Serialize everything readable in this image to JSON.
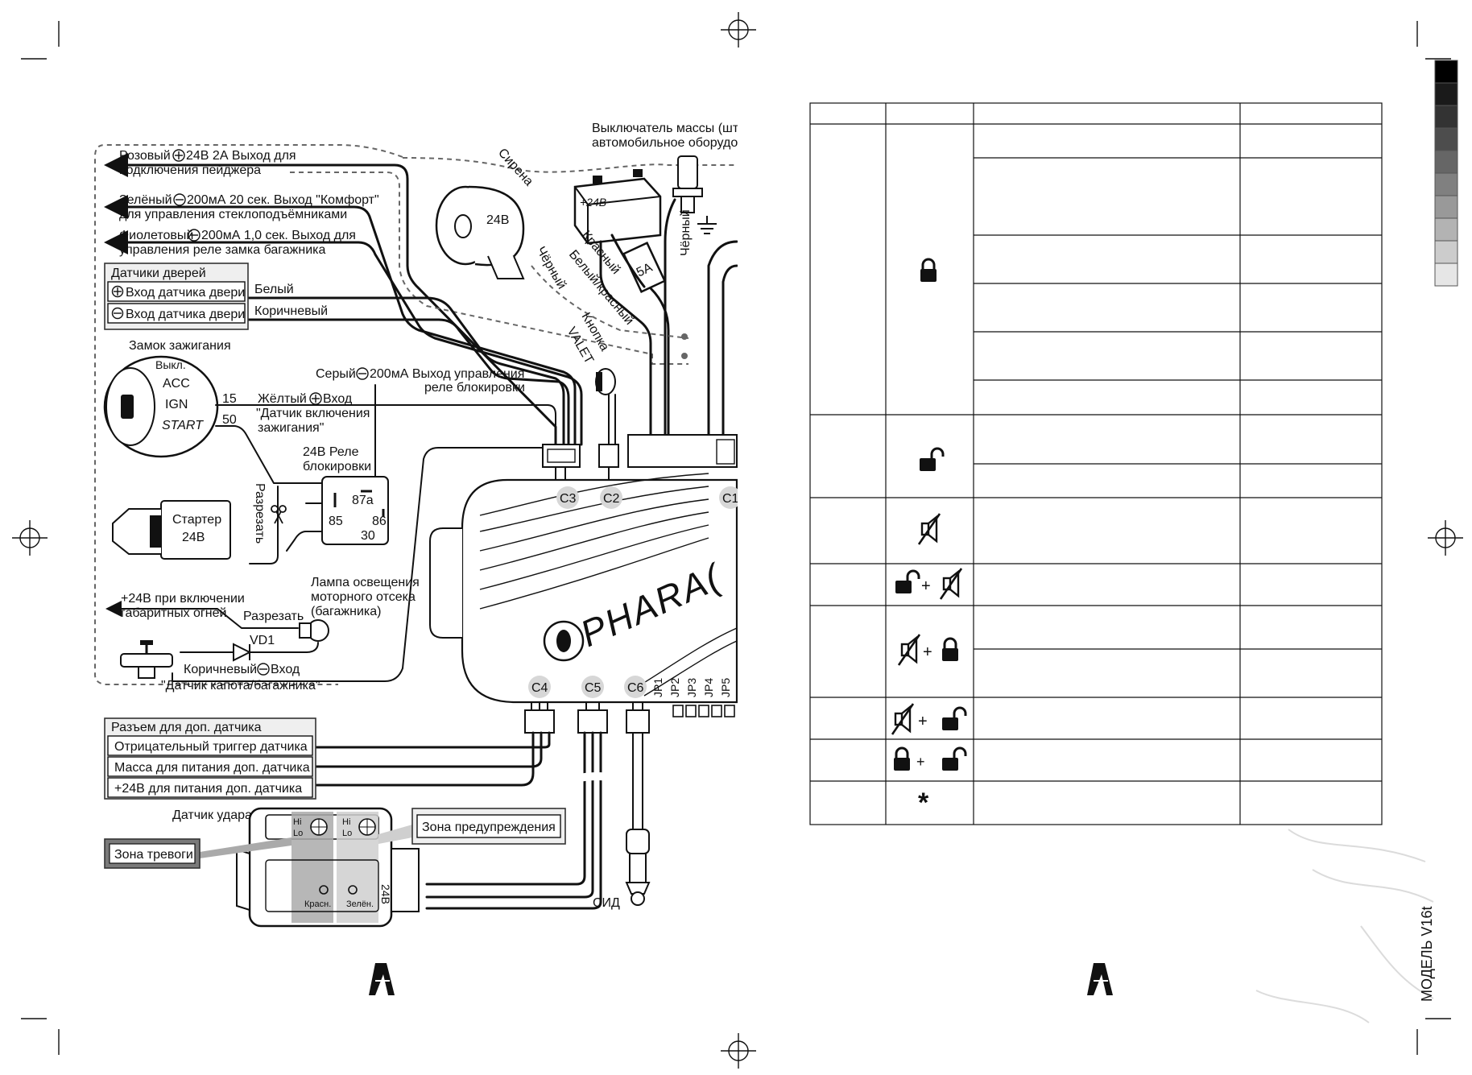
{
  "page": {
    "background": "#ffffff",
    "ink": "#111111",
    "gray_fill": "#efefef",
    "connector_fill": "#d7d7d7",
    "dashed_wire": "#666666"
  },
  "wiring": {
    "pink_line1": "Розовый ⊕2 4В 2А Выход для",
    "pink_line1_a": "Розовый",
    "pink_line1_b": "24В 2А Выход для",
    "pink_line2": "подключения пейджера",
    "green_line1_a": "Зелёный",
    "green_line1_b": "200мА 20 сек.  Выход \"Комфорт\"",
    "green_line2": "для управления стеклоподъёмниками",
    "violet_line1_a": "Фиолетовый",
    "violet_line1_b": "200мА 1,0 сек.  Выход для",
    "violet_line2": "управления реле замка багажника",
    "door_sensors_title": "Датчики дверей",
    "door_input_pos": "Вход датчика двери",
    "door_input_neg": "Вход датчика двери",
    "white_wire": "Белый",
    "brown_wire": "Коричневый",
    "ignition_lock": "Замок зажигания",
    "ign_off": "Выкл.",
    "ign_acc": "ACC",
    "ign_ign": "IGN",
    "ign_start": "START",
    "term_15": "15",
    "term_50": "50",
    "gray_line1_a": "Серый",
    "gray_line1_b": "200мА Выход управления",
    "gray_line2": "реле блокировки",
    "yellow_line1_a": "Жёлтый",
    "yellow_line1_b": "Вход",
    "yellow_line2": "\"Датчик включения",
    "yellow_line3": "зажигания\"",
    "relay_title1": "24В Реле",
    "relay_title2": "блокировки",
    "relay_87a": "87а",
    "relay_85": "85",
    "relay_86": "86",
    "relay_30": "30",
    "cut_vertical": "Разрезать",
    "starter_line1": "Стартер",
    "starter_line2": "24В",
    "lamp_line1": "Лампа освещения",
    "lamp_line2": "моторного отсека",
    "lamp_line3": "(багажника)",
    "side_lights_line1": "+24В при включении",
    "side_lights_line2": "габаритных огней",
    "cut_label": "Разрезать",
    "diode": "VD1",
    "hood_brown_a": "Коричневый",
    "hood_brown_b": "Вход",
    "hood_sensor": "\"Датчик капота/багажника\"",
    "siren": "Сирена",
    "siren_voltage": "24В",
    "battery_voltage": "+24В",
    "fuse": "5А",
    "black_wire": "Чёрный",
    "red_wire": "Красный",
    "white_red_wire": "Белый/красный",
    "black_wire_vertical": "Чёрный",
    "mass_switch_line1": "Выключатель массы (шт",
    "mass_switch_line2": "автомобильное оборудо",
    "valet_line1": "Кнопка",
    "valet_line2": "VALET",
    "c1": "C1",
    "c2": "C2",
    "c3": "C3",
    "c4": "C4",
    "c5": "C5",
    "c6": "C6",
    "jp1": "JP1",
    "jp2": "JP2",
    "jp3": "JP3",
    "jp4": "JP4",
    "jp5": "JP5",
    "brand": "PHARA(",
    "aux_title": "Разъем для доп. датчика",
    "aux_row1": "Отрицательный триггер датчика",
    "aux_row2": "Масса для питания доп. датчика",
    "aux_row3": "+24В для питания доп. датчика",
    "shock_sensor": "Датчик удара",
    "alarm_zone": "Зона тревоги",
    "warning_zone": "Зона предупреждения",
    "hi": "Hi",
    "lo": "Lo",
    "red_led": "Красн.",
    "green_led": "Зелён.",
    "sensor_voltage": "24В",
    "led": "СИД"
  },
  "table": {
    "icons": [
      "lock-closed",
      "lock-open",
      "siren-muted",
      "lock-open + siren-muted",
      "siren-muted + lock-closed",
      "siren-muted + lock-open",
      "lock-closed + lock-open",
      "asterisk"
    ],
    "plus": "+",
    "asterisk": "*"
  },
  "footer": {
    "model_label": "МОДЕЛЬ V16t"
  },
  "color_bar": [
    "#000000",
    "#1a1a1a",
    "#333333",
    "#4d4d4d",
    "#666666",
    "#808080",
    "#999999",
    "#b3b3b3",
    "#cccccc",
    "#e6e6e6"
  ]
}
